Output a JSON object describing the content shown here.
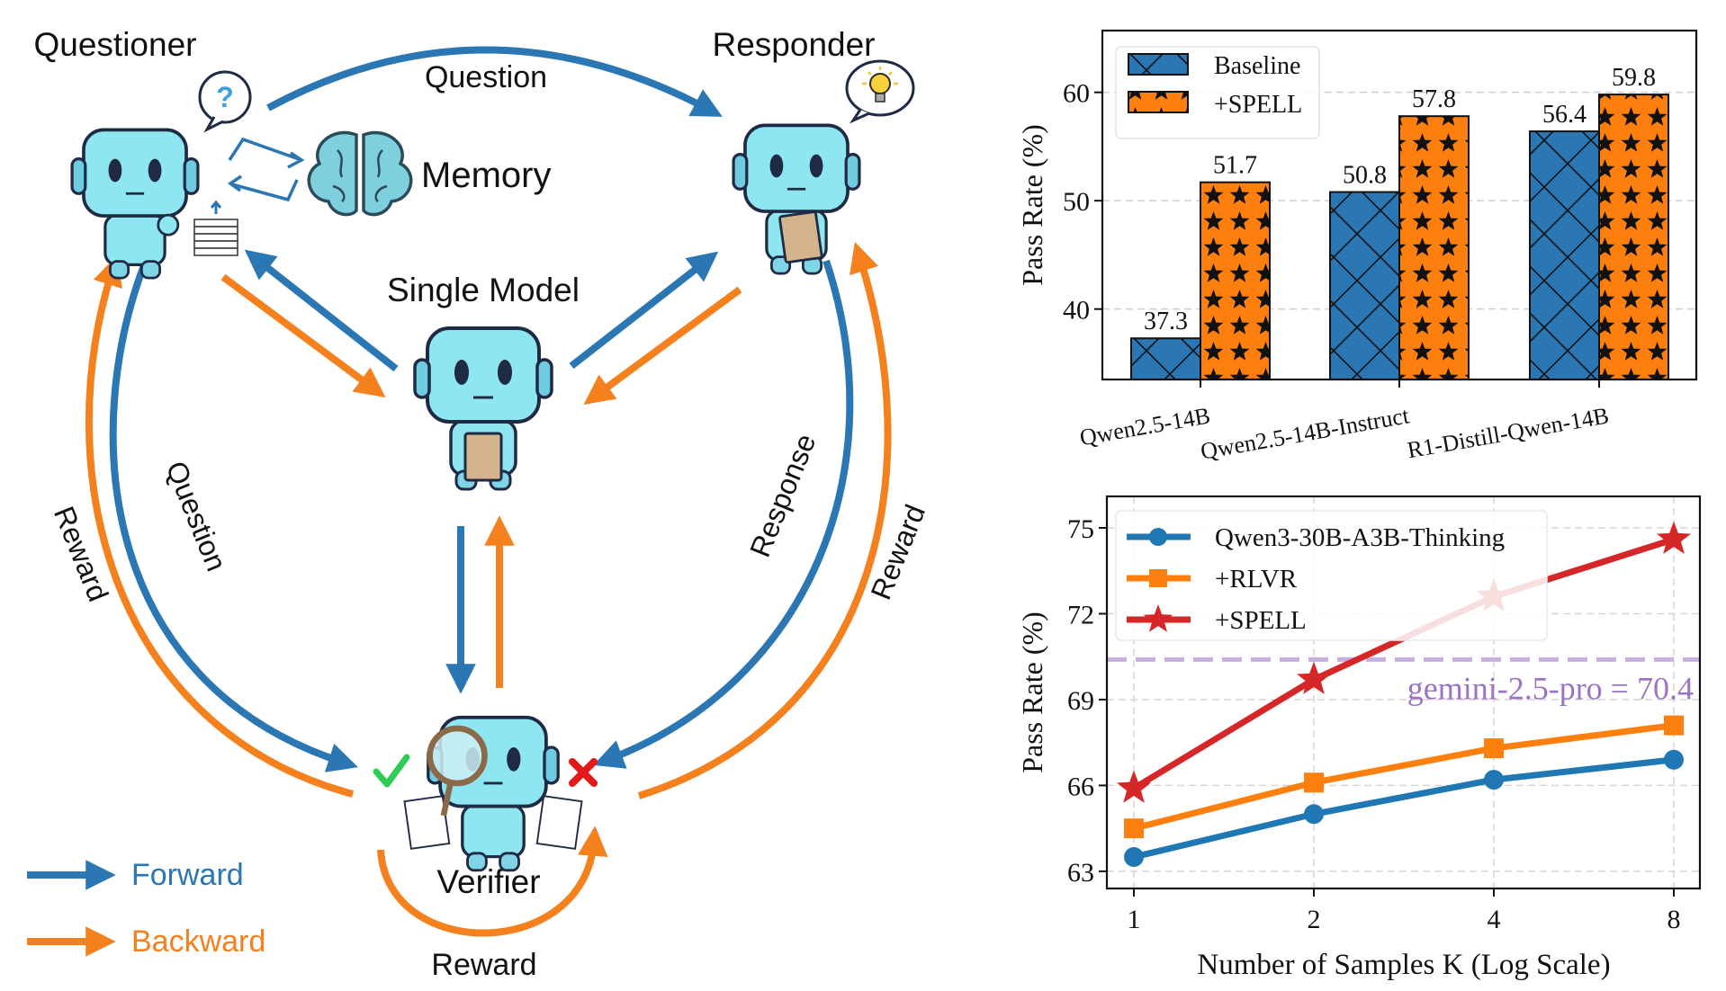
{
  "diagram": {
    "roles": {
      "questioner": "Questioner",
      "responder": "Responder",
      "single_model": "Single Model",
      "verifier": "Verifier"
    },
    "memory_label": "Memory",
    "edge_labels": {
      "top_question": "Question",
      "left_question": "Question",
      "left_reward": "Reward",
      "right_response": "Response",
      "right_reward": "Reward",
      "bottom_reward": "Reward"
    },
    "legend": [
      {
        "label": "Forward",
        "color": "#2a77b4"
      },
      {
        "label": "Backward",
        "color": "#f5801e"
      }
    ],
    "colors": {
      "forward": "#2a77b4",
      "backward": "#f5801e",
      "robot_fill": "#8ee6f0",
      "robot_outline": "#1f2a44"
    }
  },
  "chart_data": [
    {
      "type": "bar",
      "title": "",
      "xlabel": "",
      "ylabel": "Pass Rate (%)",
      "categories": [
        "Qwen2.5-14B",
        "Qwen2.5-14B-Instruct",
        "R1-Distill-Qwen-14B"
      ],
      "series": [
        {
          "name": "Baseline",
          "values": [
            37.3,
            50.8,
            56.4
          ],
          "color": "#2a77b4",
          "hatch": "cross"
        },
        {
          "name": "+SPELL",
          "values": [
            51.7,
            57.8,
            59.8
          ],
          "color": "#fd7f0e",
          "hatch": "star"
        }
      ],
      "data_labels": [
        "37.3",
        "51.7",
        "50.8",
        "57.8",
        "56.4",
        "59.8"
      ],
      "yticks": [
        40,
        50,
        60
      ],
      "ylim": [
        33.5,
        65.7
      ],
      "grid": "y-dashed",
      "legend_position": "top-left"
    },
    {
      "type": "line",
      "title": "",
      "xlabel": "Number of Samples K (Log Scale)",
      "ylabel": "Pass Rate (%)",
      "x": [
        1,
        2,
        4,
        8
      ],
      "xticks": [
        "1",
        "2",
        "4",
        "8"
      ],
      "xscale": "log2",
      "yticks": [
        63,
        66,
        69,
        72,
        75
      ],
      "ylim": [
        62.4,
        76.1
      ],
      "series": [
        {
          "name": "Qwen3-30B-A3B-Thinking",
          "values": [
            63.5,
            65.0,
            66.2,
            66.9
          ],
          "color": "#1f77b4",
          "marker": "circle"
        },
        {
          "name": "+RLVR",
          "values": [
            64.5,
            66.1,
            67.3,
            68.1
          ],
          "color": "#fd7f0e",
          "marker": "square"
        },
        {
          "name": "+SPELL",
          "values": [
            65.9,
            69.7,
            72.6,
            74.6
          ],
          "color": "#d62728",
          "marker": "star"
        }
      ],
      "reference_line": {
        "label": "gemini-2.5-pro = 70.4",
        "value": 70.4,
        "color": "#9a73c4"
      },
      "grid": "both-dashed",
      "legend_position": "top-left"
    }
  ]
}
